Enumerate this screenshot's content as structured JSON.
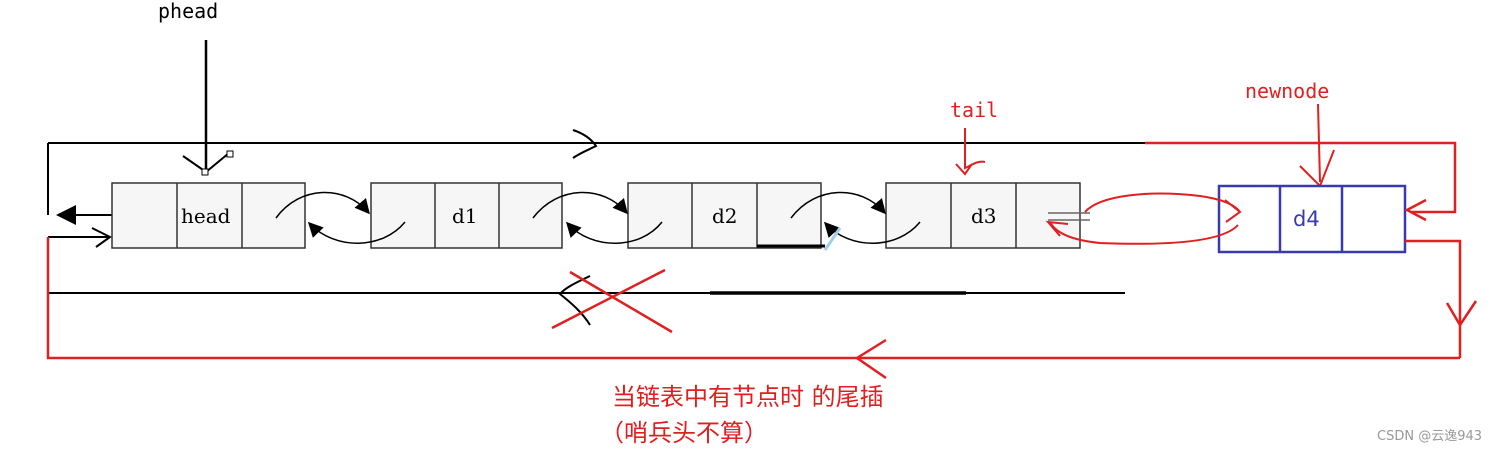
{
  "labels": {
    "phead": "phead",
    "tail": "tail",
    "newnode": "newnode"
  },
  "nodes": [
    {
      "value": "head"
    },
    {
      "value": "d1"
    },
    {
      "value": "d2"
    },
    {
      "value": "d3"
    },
    {
      "value": "d4"
    }
  ],
  "caption": {
    "line1": "当链表中有节点时 的尾插",
    "line2": "（哨兵头不算）"
  },
  "watermark": "CSDN @云逸943",
  "colors": {
    "black": "#000000",
    "red": "#e02020",
    "blue": "#3a3ab0",
    "node_border": "#333333",
    "node_fill": "#f6f6f6"
  }
}
